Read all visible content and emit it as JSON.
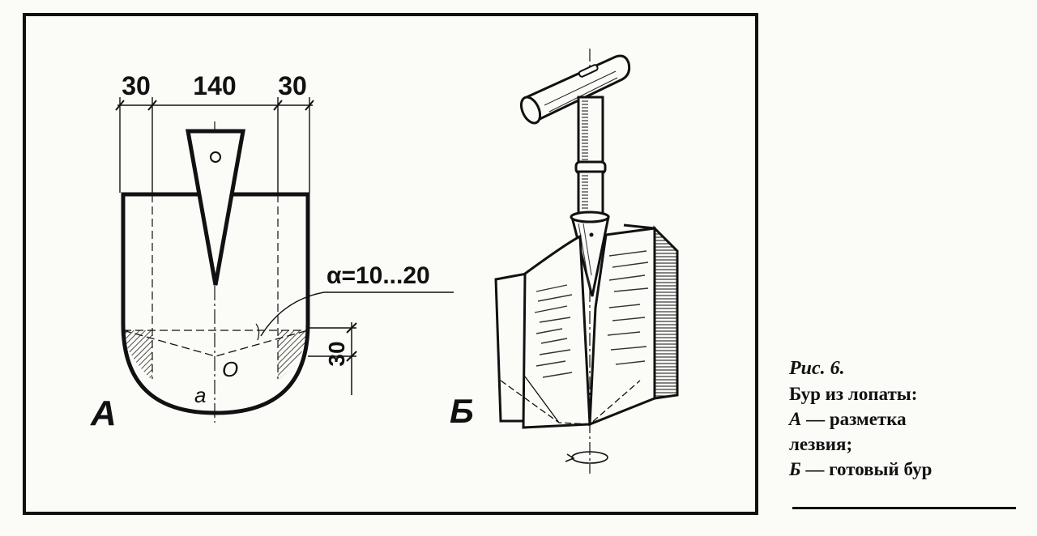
{
  "panel_a": {
    "label": "А",
    "dim_left": "30",
    "dim_center": "140",
    "dim_right": "30",
    "dim_side": "30",
    "angle_label": "α=10...20",
    "point_o": "O",
    "point_a": "a"
  },
  "panel_b": {
    "label": "Б"
  },
  "caption": {
    "figure_number": "Рис. 6.",
    "title": "Бур из лопаты:",
    "item_a_letter": "А",
    "item_a_text": " — разметка",
    "item_a_text_cont": "лезвия;",
    "item_b_letter": "Б",
    "item_b_text": " — готовый бур"
  }
}
